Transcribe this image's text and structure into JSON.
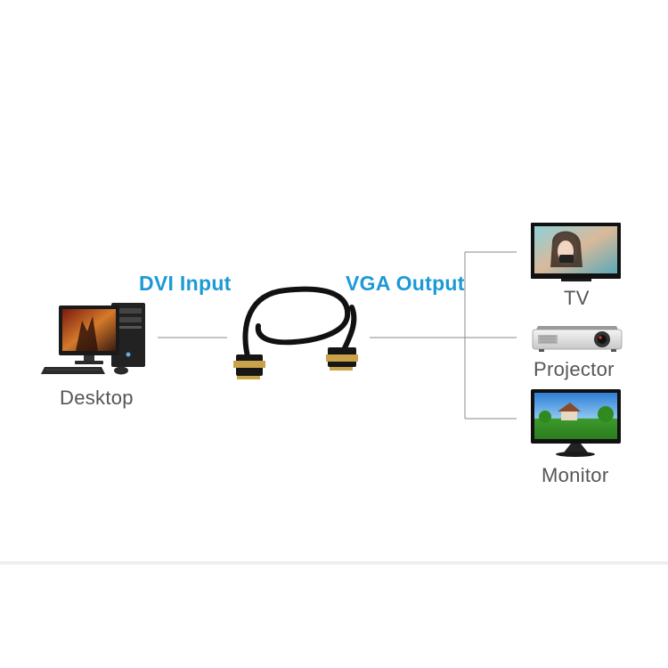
{
  "labels": {
    "dvi_input": "DVI Input",
    "vga_output": "VGA Output",
    "desktop": "Desktop",
    "tv": "TV",
    "projector": "Projector",
    "monitor": "Monitor"
  },
  "colors": {
    "accent_blue": "#1b9ad6",
    "label_gray": "#555555",
    "connector_line": "#888888",
    "cable_black": "#111111",
    "connector_gold": "#c9a24a"
  },
  "icons": [
    "desktop-computer-icon",
    "dvi-vga-cable-icon",
    "tv-icon",
    "projector-icon",
    "monitor-icon"
  ]
}
